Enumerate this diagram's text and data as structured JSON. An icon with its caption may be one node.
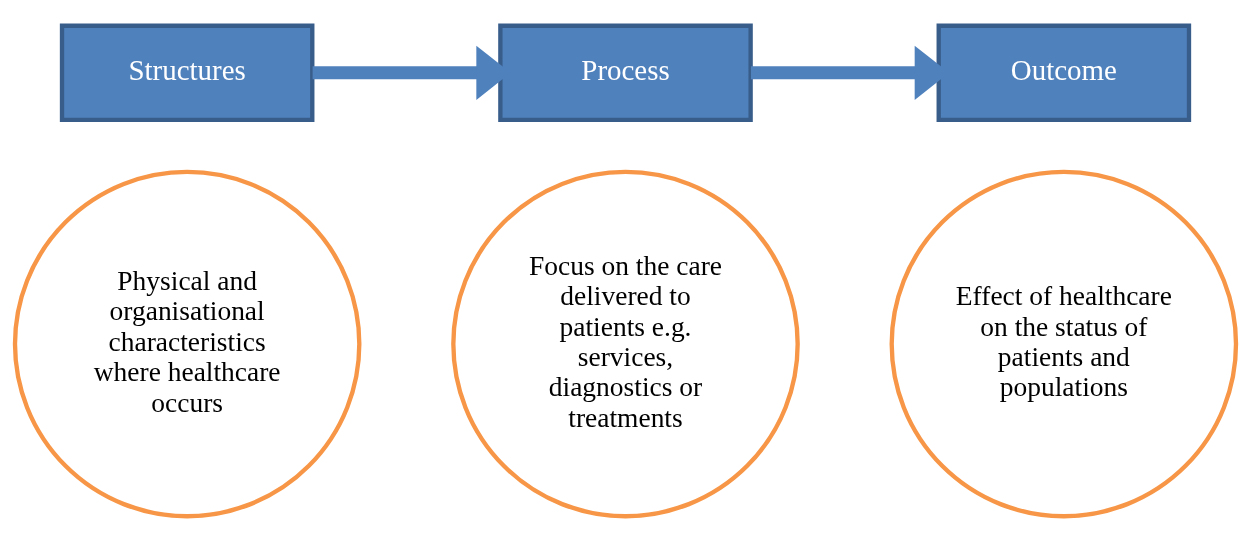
{
  "diagram": {
    "nodes": [
      {
        "text": [
          "Structures"
        ]
      },
      {
        "text": [
          "Process"
        ]
      },
      {
        "text": [
          "Outcome"
        ]
      },
      {
        "text": [
          "Physical and organisational characteristics where healthcare occurs"
        ]
      },
      {
        "text": [
          "Focus on the care delivered to patients e.g. services, diagnostics or treatments"
        ]
      },
      {
        "text": [
          "Effect of healthcare on the status of patients and populations"
        ]
      }
    ],
    "edges": [
      {
        "from": 0,
        "to": 1,
        "arrow": "to"
      },
      {
        "from": 1,
        "to": 2,
        "arrow": "to"
      }
    ]
  }
}
